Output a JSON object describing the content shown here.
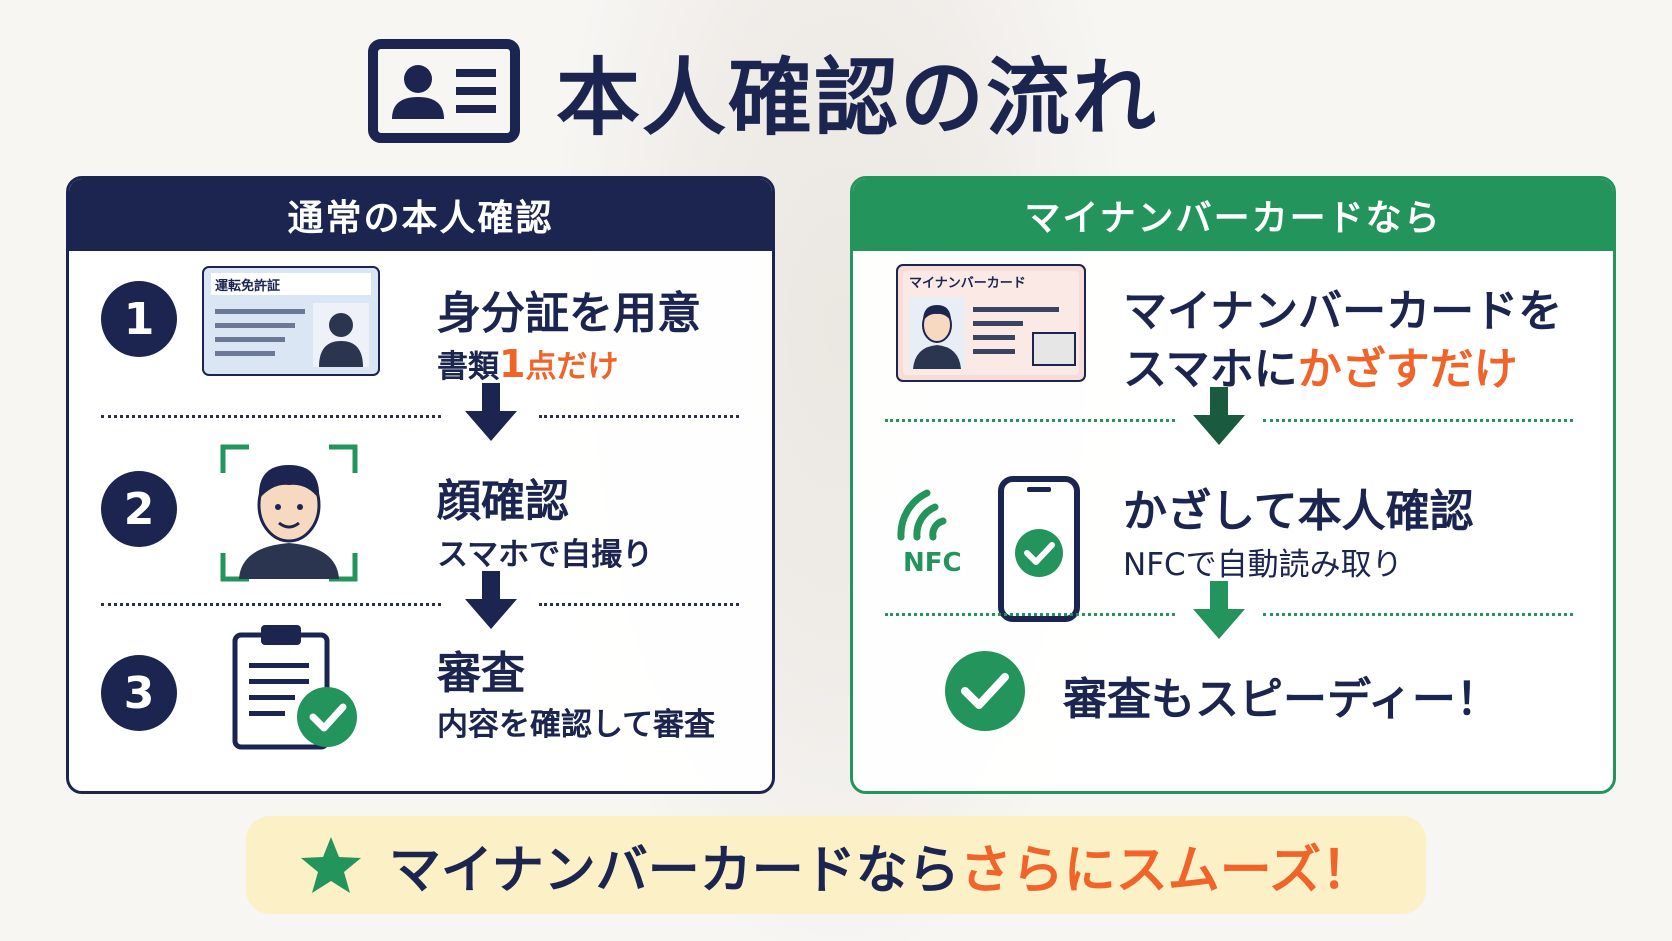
{
  "title": "本人確認の流れ",
  "left_panel": {
    "header": "通常の本人確認",
    "steps": [
      {
        "number": "1",
        "title": "身分証を用意",
        "sub_prefix": "書類",
        "sub_accent": "1",
        "sub_suffix": "点だけ",
        "card_label": "運転免許証"
      },
      {
        "number": "2",
        "title": "顔確認",
        "sub": "スマホで自撮り"
      },
      {
        "number": "3",
        "title": "審査",
        "sub": "内容を確認して審査"
      }
    ]
  },
  "right_panel": {
    "header": "マイナンバーカードなら",
    "steps": [
      {
        "title_line1": "マイナンバーカードを",
        "title_line2_prefix": "スマホに",
        "title_line2_accent": "かざすだけ",
        "card_label": "マイナンバーカード"
      },
      {
        "title": "かざして本人確認",
        "sub": "NFCで自動読み取り",
        "nfc_label": "NFC"
      },
      {
        "title": "審査もスピーディー！"
      }
    ]
  },
  "banner": {
    "prefix": "マイナンバーカードなら",
    "accent": "さらにスムーズ！"
  },
  "colors": {
    "navy": "#1b2550",
    "green": "#23945b",
    "orange": "#f0642a",
    "banner_bg": "#fbf0c6"
  }
}
